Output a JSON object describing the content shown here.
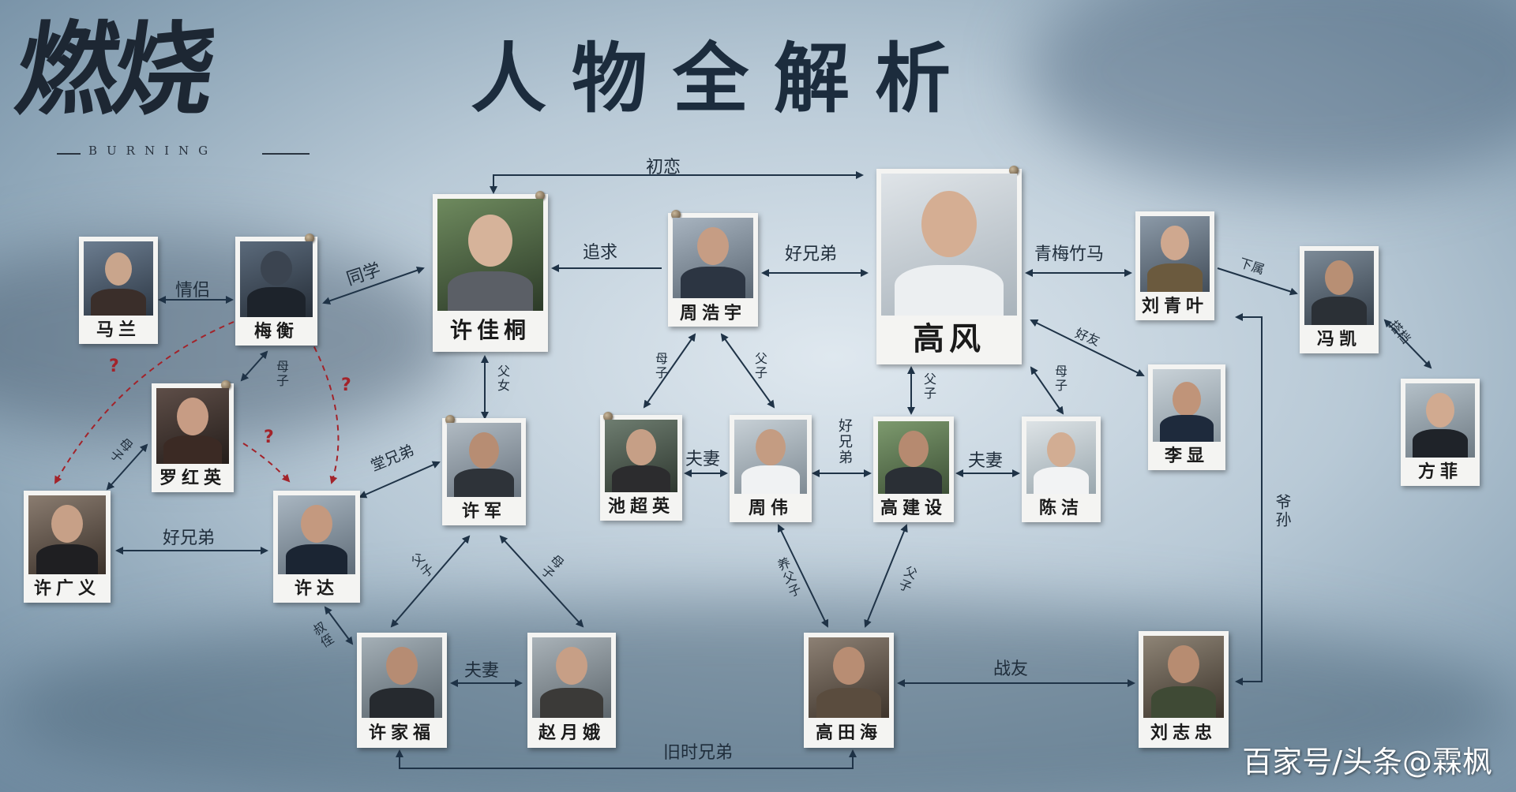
{
  "logo": {
    "main": "燃烧",
    "sub": "BURNING"
  },
  "title": "人物全解析",
  "watermark": "百家号/头条@霖枫",
  "colors": {
    "line": "#1f3347",
    "dashed": "#a3232a",
    "card": "#f4f4f2"
  },
  "characters": {
    "ma_lan": {
      "name": "马兰"
    },
    "mei_heng": {
      "name": "梅衡"
    },
    "xu_jiatong": {
      "name": "许佳桐"
    },
    "zhou_haoyu": {
      "name": "周浩宇"
    },
    "gao_feng": {
      "name": "高风"
    },
    "liu_qingye": {
      "name": "刘青叶"
    },
    "feng_kai": {
      "name": "冯凯"
    },
    "luo_hongying": {
      "name": "罗红英"
    },
    "xu_jun": {
      "name": "许军"
    },
    "chi_chaoying": {
      "name": "池超英"
    },
    "zhou_wei": {
      "name": "周伟"
    },
    "gao_jianshe": {
      "name": "高建设"
    },
    "chen_jie": {
      "name": "陈洁"
    },
    "li_xian": {
      "name": "李显"
    },
    "fang_fei": {
      "name": "方菲"
    },
    "xu_guangyi": {
      "name": "许广义"
    },
    "xu_da": {
      "name": "许达"
    },
    "xu_jiafu": {
      "name": "许家福"
    },
    "zhao_yuee": {
      "name": "赵月娥"
    },
    "gao_tianhai": {
      "name": "高田海"
    },
    "liu_zhizhong": {
      "name": "刘志忠"
    }
  },
  "relations": {
    "chulian": "初恋",
    "zhuiqiu": "追求",
    "haoxiongdi_top": "好兄弟",
    "qingmeizhuma": "青梅竹马",
    "xiashu": "下属",
    "qinglv": "情侣",
    "tongxue": "同学",
    "haoyou": "好友",
    "dadang": "搭档",
    "muzi_mei": "母子",
    "fuzi_xu": "父女",
    "muzi_zhou": "母子",
    "fuzi_zhou": "父子",
    "fuzi_gao": "父子",
    "muzi_gao": "母子",
    "tangxiongdi": "堂兄弟",
    "fuqi_chi": "夫妻",
    "haoxiongdi_mid": "好兄弟",
    "fuqi_gao": "夫妻",
    "yesun": "爷孙",
    "nvzi": "母子",
    "haoxiongdi_low": "好兄弟",
    "fuzi_jiafu": "父子",
    "muzi_zhao": "母子",
    "yangfuzi": "养父子",
    "fuzi_tianhai": "父子",
    "shuzhi": "叔侄",
    "fuqi_low": "夫妻",
    "zhanyou": "战友",
    "jiushixiongdi": "旧时兄弟"
  }
}
